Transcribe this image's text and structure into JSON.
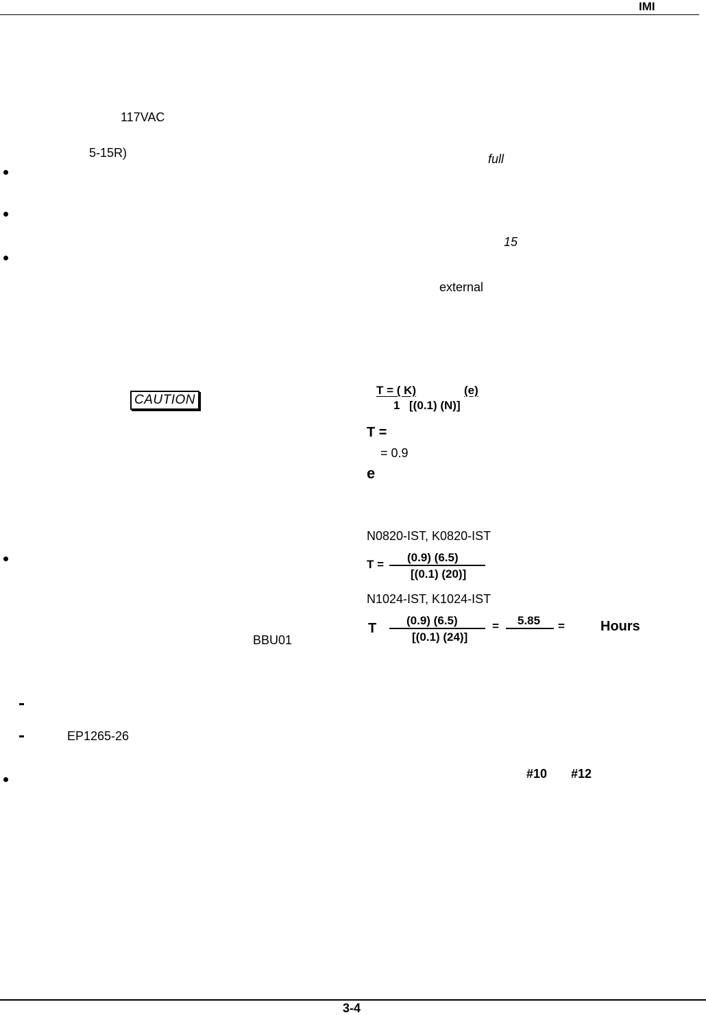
{
  "header": {
    "brand": "IMI"
  },
  "left_column": {
    "voltage": "117VAC",
    "receptacle": "5-15R)",
    "caution_label": "CAUTION",
    "bbu_model": "BBU01",
    "ep_part": "EP1265-26"
  },
  "right_column": {
    "word_full": "full",
    "number_15": "15",
    "word_external": "external",
    "wire_10": "#10",
    "wire_12": "#12"
  },
  "formula": {
    "general_top": "T = ( K)",
    "general_e": "(e)",
    "general_one": "1",
    "general_denominator": "[(0.1) (N)]",
    "t_eq": "T =",
    "k_value": "= 0.9",
    "e_label": "e"
  },
  "example1": {
    "models": "N0820-IST, K0820-IST",
    "t_eq": "T =",
    "numerator": "(0.9) (6.5)",
    "denominator": "[(0.1) (20)]"
  },
  "example2": {
    "models": "N1024-IST, K1024-IST",
    "t_label": "T",
    "numerator": "(0.9) (6.5)",
    "denominator": "[(0.1) (24)]",
    "eq1": "=",
    "result_numerator": "5.85",
    "eq2": "=",
    "unit": "Hours"
  },
  "footer": {
    "page_number": "3-4"
  }
}
